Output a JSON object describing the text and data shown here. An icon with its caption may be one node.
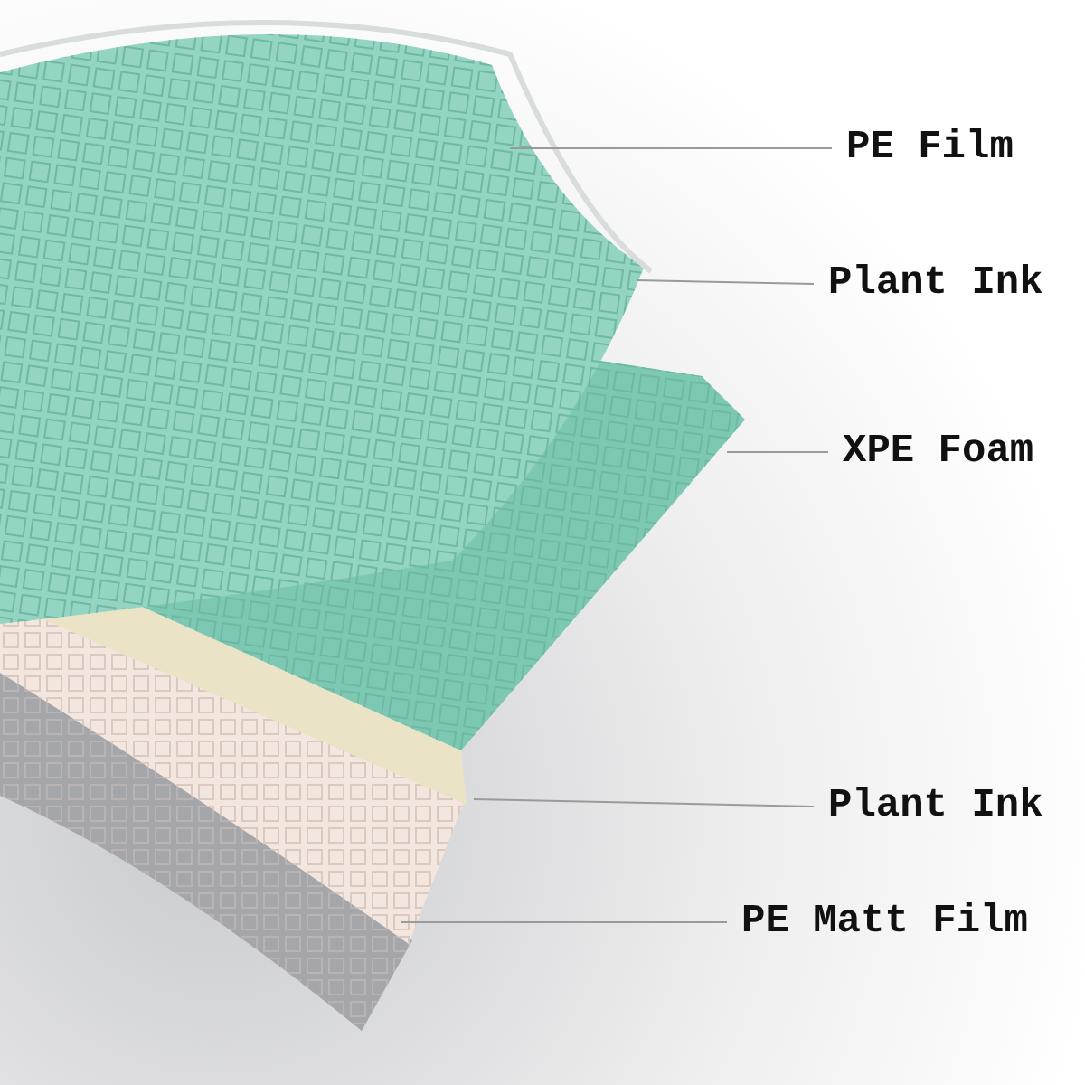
{
  "diagram": {
    "nodes": [
      {
        "text": [
          "PE Film"
        ]
      },
      {
        "text": [
          "Plant Ink"
        ]
      },
      {
        "text": [
          "XPE Foam"
        ]
      },
      {
        "text": [
          "Plant Ink"
        ]
      },
      {
        "text": [
          "PE Matt Film"
        ]
      }
    ],
    "edges": [
      {
        "from": 0,
        "to": null,
        "arrow": "none"
      },
      {
        "from": 1,
        "to": null,
        "arrow": "none"
      },
      {
        "from": 2,
        "to": null,
        "arrow": "none"
      },
      {
        "from": 3,
        "to": null,
        "arrow": "none"
      },
      {
        "from": 4,
        "to": null,
        "arrow": "none"
      }
    ]
  }
}
